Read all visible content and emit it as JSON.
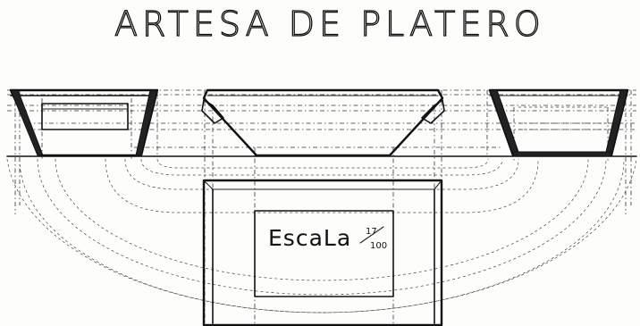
{
  "drawing": {
    "title": "ARTESA DE PLATERO",
    "scale_label": "EscaLa",
    "scale_numerator": "17",
    "scale_denominator": "100"
  }
}
